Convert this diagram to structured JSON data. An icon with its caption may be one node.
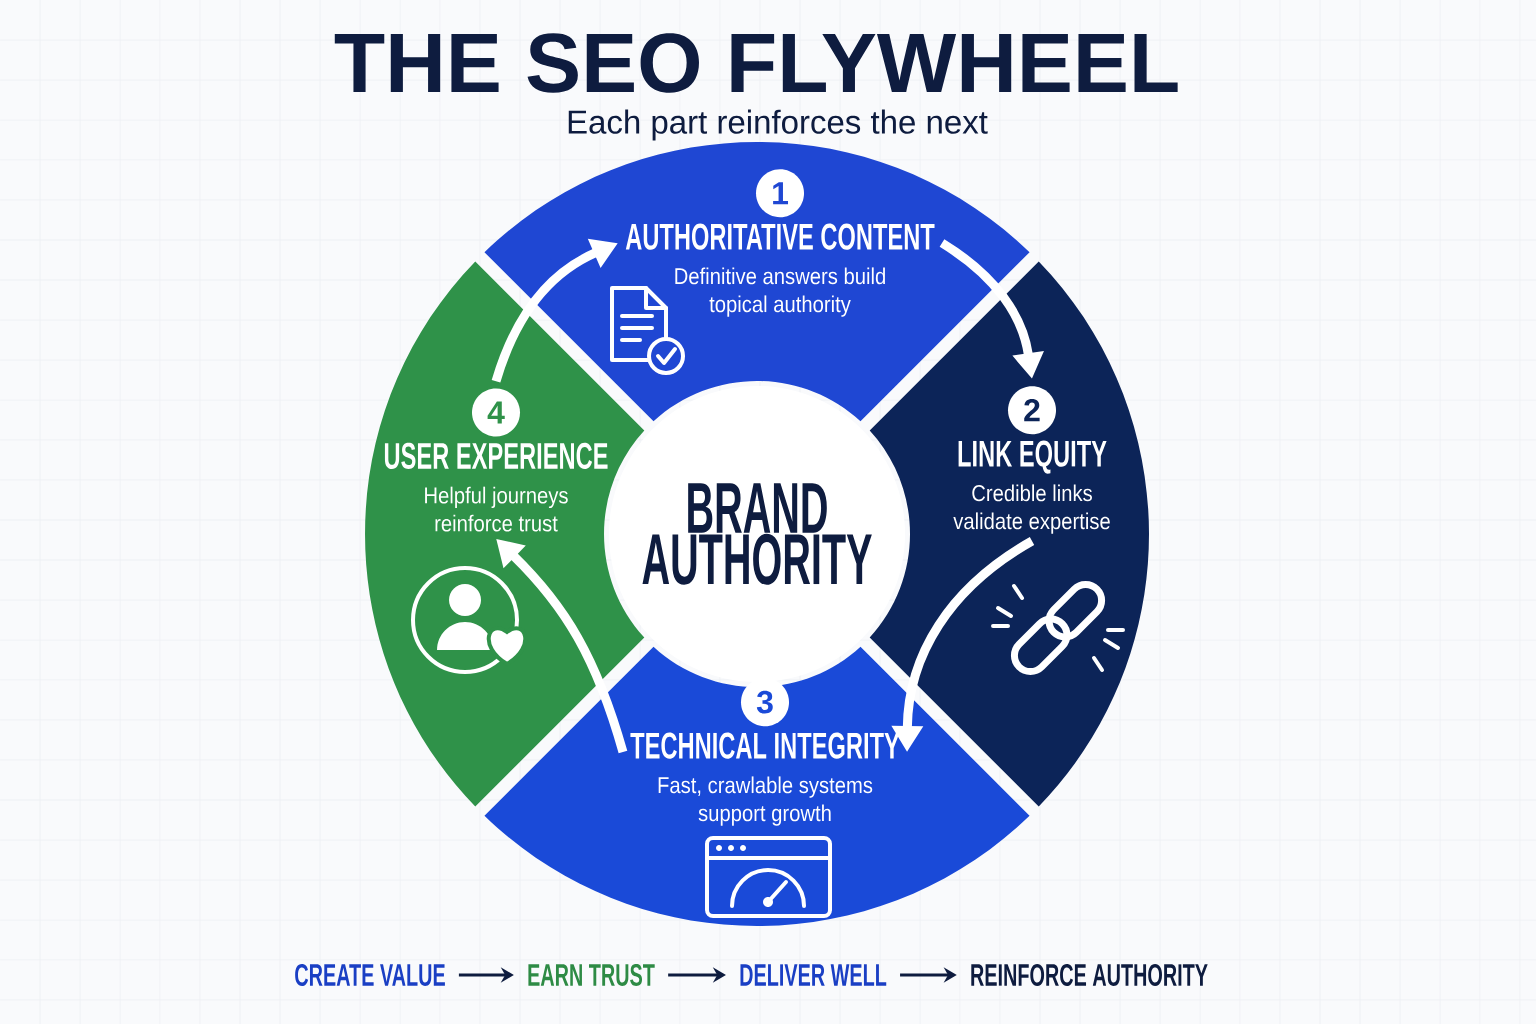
{
  "diagram": {
    "title": "THE SEO FLYWHEEL",
    "nodes": [
      {
        "text": [
          "BRAND AUTHORITY"
        ]
      },
      {
        "text": [
          "1",
          "AUTHORITATIVE CONTENT",
          "Definitive answers build topical authority"
        ]
      },
      {
        "text": [
          "2",
          "LINK EQUITY",
          "Credible links validate expertise"
        ]
      },
      {
        "text": [
          "3",
          "TECHNICAL INTEGRITY",
          "Fast, crawlable systems support growth"
        ]
      },
      {
        "text": [
          "4",
          "USER EXPERIENCE",
          "Helpful journeys reinforce trust"
        ]
      },
      {
        "text": [
          "CREATE VALUE"
        ]
      },
      {
        "text": [
          "EARN TRUST"
        ]
      },
      {
        "text": [
          "DELIVER WELL"
        ]
      },
      {
        "text": [
          "REINFORCE AUTHORITY"
        ]
      }
    ],
    "edges": [
      {
        "from": 1,
        "to": 2,
        "arrow": "to"
      },
      {
        "from": 2,
        "to": 3,
        "arrow": "to"
      },
      {
        "from": 3,
        "to": 4,
        "arrow": "to"
      },
      {
        "from": 4,
        "to": 1,
        "arrow": "to"
      },
      {
        "from": 5,
        "to": 6,
        "arrow": "to",
        "color": "#0e1c3f"
      },
      {
        "from": 6,
        "to": 7,
        "arrow": "to",
        "color": "#0e1c3f"
      },
      {
        "from": 7,
        "to": 8,
        "arrow": "to",
        "color": "#0e1c3f"
      }
    ],
    "labels": [
      "Each part reinforces the next"
    ]
  }
}
